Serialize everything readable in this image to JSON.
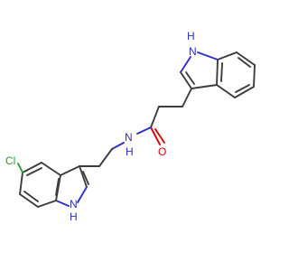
{
  "molecule": {
    "atoms": {
      "indole_top_nh": "H\nN",
      "amide_nh": "N\nH",
      "amide_o": "O",
      "chlorine": "Cl",
      "indole_bottom_nh": "N\nH"
    }
  },
  "colors": {
    "carbon_bond": "#3d3d3d",
    "nitrogen": "#2f2fd0",
    "oxygen": "#e00000",
    "chlorine": "#2ba02b",
    "background": "#ffffff"
  }
}
